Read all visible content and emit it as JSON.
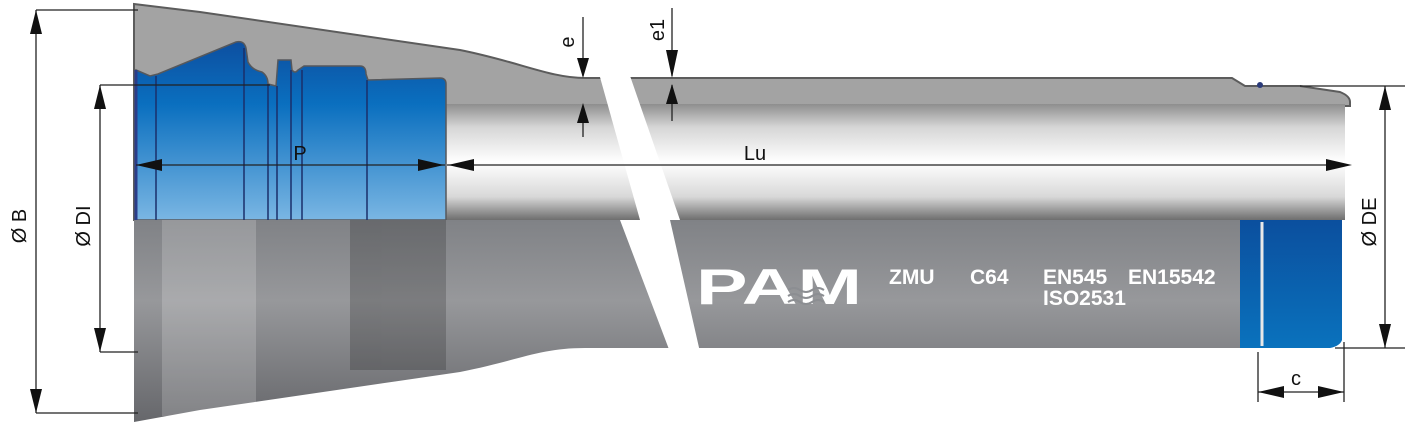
{
  "diagram": {
    "subject": "Ductile iron pipe with socket (push-fit joint) dimension drawing",
    "dimensions": {
      "outer_socket_diameter": "Ø B",
      "inner_diameter": "Ø DI",
      "outer_diameter": "Ø DE",
      "socket_depth": "P",
      "useful_length": "Lu",
      "wall_thickness": "e",
      "coating_thickness": "e1",
      "spigot_coating_length": "c"
    },
    "markings": {
      "logo": "PAM",
      "product": "ZMU",
      "pressure_class": "C64",
      "standard_1": "EN545",
      "standard_2": "EN15542",
      "standard_3": "ISO2531"
    },
    "colors": {
      "pipe_grey": "#8c8e92",
      "wall_grey": "#a3a3a3",
      "gasket_blue": "#0a62b0",
      "gasket_light": "#6aaee0",
      "outline": "#555555"
    }
  }
}
